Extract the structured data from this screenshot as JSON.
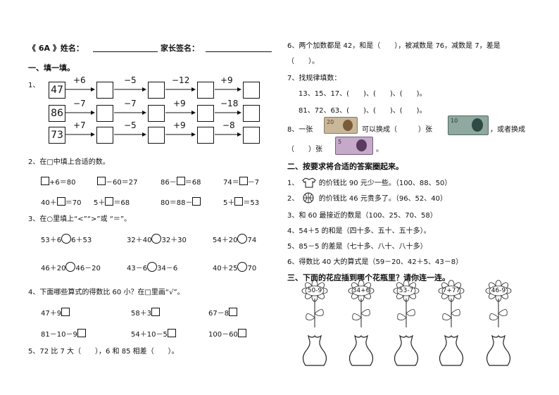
{
  "header": {
    "class_label": "《 6A 》姓名：",
    "parent_sign_label": "家长签名："
  },
  "left": {
    "sec1_title": "一、填一填。",
    "q1_label": "1、",
    "chains": [
      {
        "start": "47",
        "ops": [
          "+6",
          "−5",
          "−12",
          "+9"
        ]
      },
      {
        "start": "86",
        "ops": [
          "−7",
          "−7",
          "+9",
          "−18"
        ]
      },
      {
        "start": "73",
        "ops": [
          "+7",
          "−5",
          "+9",
          "−8"
        ]
      }
    ],
    "q2_title": "2、在□中填上合适的数。",
    "q2_row1": [
      "+6＝80",
      "－60＝27",
      "86－",
      "＝68",
      "74＝",
      "－7"
    ],
    "q2_row2": [
      "40＋",
      "＝70",
      "5＋",
      "＝68",
      "80＝88－",
      "5＋",
      "＝53"
    ],
    "q3_title": "3、在○里填上“<”“>”或 “＝”。",
    "q3_row1": [
      "53＋6",
      "6＋53",
      "32＋40",
      "32＋30",
      "54＋20",
      "74"
    ],
    "q3_row2": [
      "46＋20",
      "46－20",
      "43－6",
      "34－6",
      "40＋25",
      "70"
    ],
    "q4_title": "4、下面哪些算式的得数比 60 小？在□里画“√”。",
    "q4_row1": [
      "47＋9",
      "58＋3",
      "67－8"
    ],
    "q4_row2": [
      "81－10－9",
      "54＋10－5",
      "100－60"
    ],
    "q5": "5、72 比 7 大（　　），6 和 85 相差（　　）。"
  },
  "right": {
    "q6": "6、两个加数都是 42，和是（　　），被减数是 76，减数是 7，差是",
    "q6_cont": "（　　）。",
    "q7_title": "7、找规律填数：",
    "q7_row1": "13、15、17、(　　)、(　　)、(　　)。",
    "q7_row2": "81、72、63、(　　)、(　　)、(　　)。",
    "q8_a": "8、一张",
    "q8_b": "可以换成（　　　）张",
    "q8_c": "，或者换成",
    "q8_d": "（　　）张",
    "q8_e": "。",
    "note_values": [
      "20",
      "10",
      "5"
    ],
    "sec2_title": "二、按要求将合适的答案圈起来。",
    "sec2_items": [
      {
        "num": "1、",
        "text": "的价钱比 90 元少一些。（100、88、50）"
      },
      {
        "num": "2、",
        "text": "的价钱比 46 元贵多了。（96、52、40）"
      },
      {
        "num": "3、",
        "text": "和 60 最接近的数是（100、25、70、58）"
      },
      {
        "num": "4、",
        "text": "54＋5 的和是（四十多、五十、五十多）。"
      },
      {
        "num": "5、",
        "text": "85－5 的差是（七十多、八十、八十多）"
      },
      {
        "num": "6、",
        "text": "得数比 40 大的算式是（59－20、42＋5、43－8）"
      }
    ],
    "sec3_title": "三、下面的花应插到哪个花瓶里？请你连一连。",
    "flowers": [
      "50-9",
      "34+6",
      "53-7",
      "7+77",
      "46-9"
    ]
  }
}
